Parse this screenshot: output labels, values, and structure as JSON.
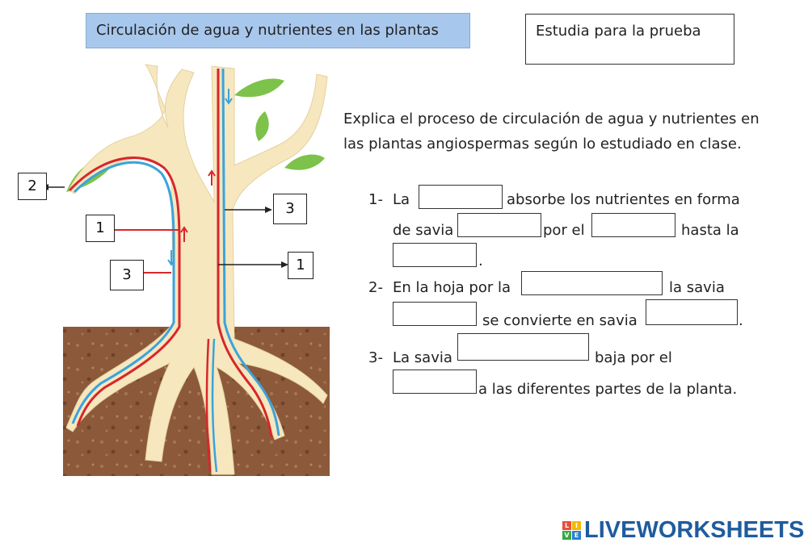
{
  "header": {
    "title": "Circulación de agua y nutrientes en las plantas",
    "study_note": "Estudia para la prueba"
  },
  "diagram": {
    "labels": [
      "2",
      "1",
      "3",
      "3",
      "1"
    ]
  },
  "instructions": {
    "text": "Explica el proceso de circulación de agua y nutrientes en las plantas angiospermas según lo estudiado en clase."
  },
  "items": {
    "q1": {
      "number": "1-",
      "t1": "La",
      "t2": "absorbe los nutrientes en forma",
      "t3": "de savia",
      "t4": "por el",
      "t5": "hasta la",
      "t6": "."
    },
    "q2": {
      "number": "2-",
      "t1": "En la hoja por la",
      "t2": "la savia",
      "t3": "se convierte en savia",
      "t4": "."
    },
    "q3": {
      "number": "3-",
      "t1": "La savia",
      "t2": "baja por el",
      "t3": "a las diferentes partes de la planta."
    }
  },
  "footer": {
    "brand": "LIVEWORKSHEETS",
    "logo_letters": [
      "L",
      "I",
      "V",
      "E"
    ],
    "colors": {
      "brand": "#1f5c9e",
      "banner": "#a8c7ec",
      "xylem": "#3ba3dc",
      "phloem": "#d8262a",
      "trunk": "#f6e7bf",
      "soil": "#8c5a3a"
    }
  }
}
